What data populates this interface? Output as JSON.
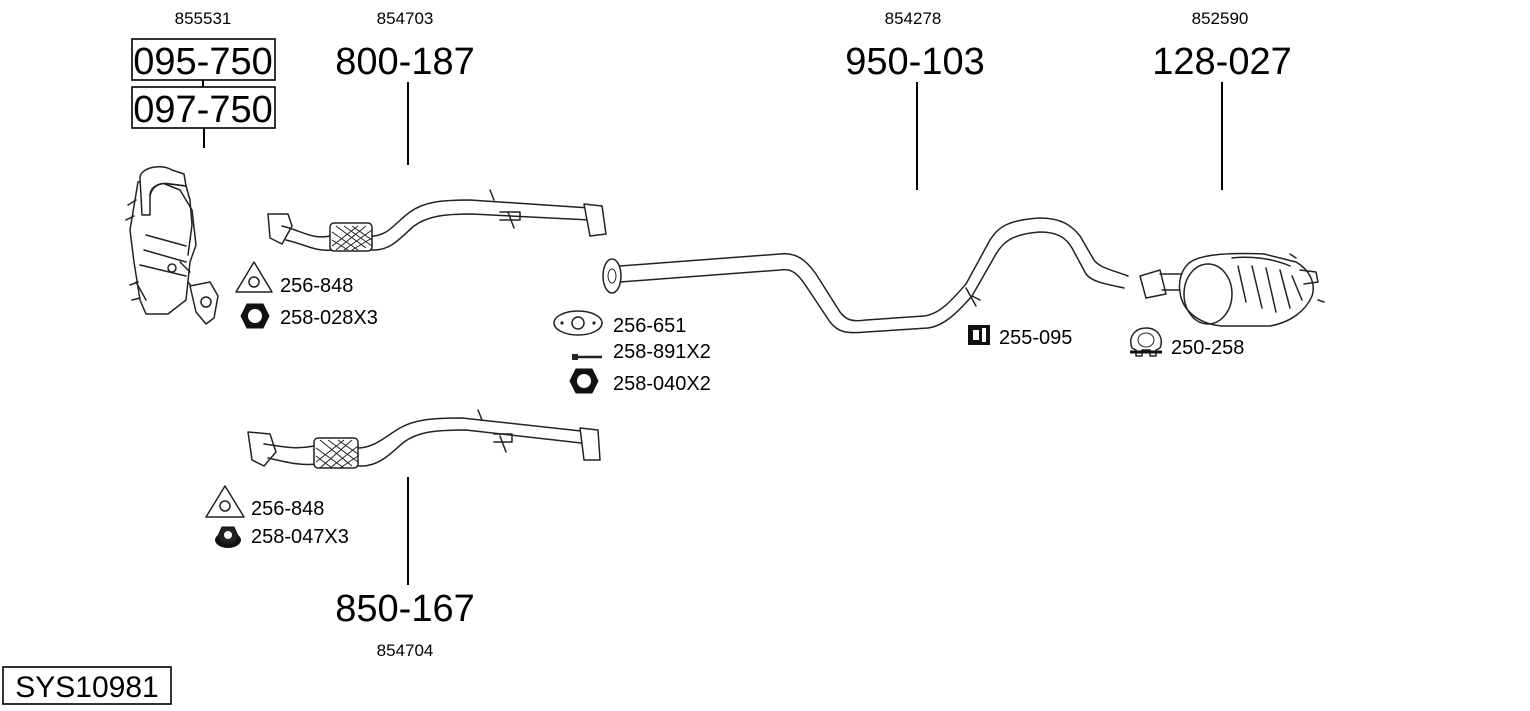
{
  "parts": {
    "catalytic": {
      "ref": "855531",
      "num_a": "095-750",
      "num_b": "097-750"
    },
    "front_pipe_top": {
      "ref": "854703",
      "num": "800-187"
    },
    "front_pipe_bottom": {
      "ref": "854704",
      "num": "850-167"
    },
    "middle_pipe": {
      "ref": "854278",
      "num": "950-103"
    },
    "rear_silencer": {
      "ref": "852590",
      "num": "128-027"
    }
  },
  "accessories": {
    "gasket_top": "256-848",
    "nut_top": "258-028X3",
    "gasket_mid": "256-651",
    "bolt_mid": "258-891X2",
    "nut_mid": "258-040X2",
    "gasket_bottom": "256-848",
    "nut_bottom": "258-047X3",
    "hanger_rubber": "255-095",
    "clamp": "250-258"
  },
  "system_id": "SYS10981"
}
